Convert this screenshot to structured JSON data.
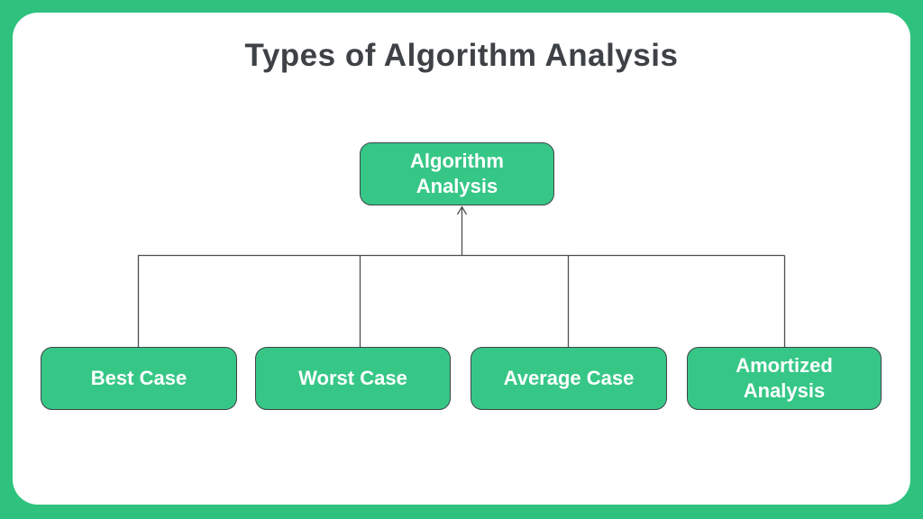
{
  "title": "Types of Algorithm Analysis",
  "diagram": {
    "type": "tree",
    "root_node": {
      "label": "Algorithm Analysis"
    },
    "child_nodes": [
      {
        "label": "Best Case"
      },
      {
        "label": "Worst Case"
      },
      {
        "label": "Average Case"
      },
      {
        "label": "Amortized Analysis"
      }
    ],
    "arrow_direction": "child-connector-to-root"
  },
  "colors": {
    "background_green": "#2fc27f",
    "card_white": "#ffffff",
    "node_fill_green": "#36c787",
    "node_border": "#3e4347",
    "node_text": "#ffffff",
    "title_text": "#3e4145",
    "connector_line": "#4c4f52"
  }
}
